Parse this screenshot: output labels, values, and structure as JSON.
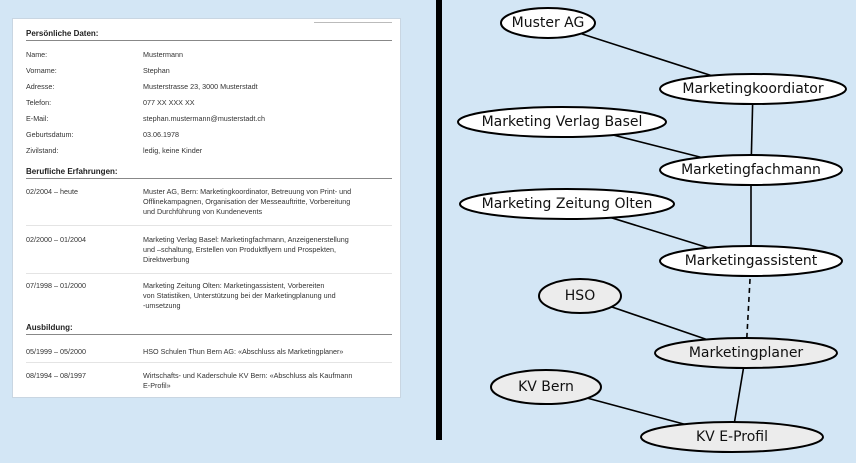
{
  "cv": {
    "personal": {
      "heading": "Persönliche Daten:",
      "rows": [
        {
          "k": "Name:",
          "v": "Mustermann"
        },
        {
          "k": "Vorname:",
          "v": "Stephan"
        },
        {
          "k": "Adresse:",
          "v": "Musterstrasse 23, 3000 Musterstadt"
        },
        {
          "k": "Telefon:",
          "v": "077 XX XXX XX"
        },
        {
          "k": "E-Mail:",
          "v": "stephan.mustermann@musterstadt.ch"
        },
        {
          "k": "Geburtsdatum:",
          "v": "03.06.1978"
        },
        {
          "k": "Zivilstand:",
          "v": "ledig, keine Kinder"
        }
      ]
    },
    "experience": {
      "heading": "Berufliche Erfahrungen:",
      "rows": [
        {
          "k": "02/2004 – heute",
          "v1": "Muster AG, Bern: Marketingkoordinator, Betreuung von Print- und",
          "v2": "Offlinekampagnen, Organisation der Messeauftritte, Vorbereitung",
          "v3": "und Durchführung von Kundenevents"
        },
        {
          "k": "02/2000 – 01/2004",
          "v1": "Marketing Verlag Basel: Marketingfachmann, Anzeigenerstellung",
          "v2": "und –schaltung, Erstellen von Produktflyern und Prospekten,",
          "v3": "Direktwerbung"
        },
        {
          "k": "07/1998 – 01/2000",
          "v1": "Marketing Zeitung Olten: Marketingassistent, Vorbereiten",
          "v2": "von Statistiken, Unterstützung bei der Marketingplanung und",
          "v3": "-umsetzung"
        }
      ]
    },
    "education": {
      "heading": "Ausbildung:",
      "rows": [
        {
          "k": "05/1999 – 05/2000",
          "v1": "HSO Schulen Thun Bern AG: «Abschluss als Marketingplaner»",
          "v2": ""
        },
        {
          "k": "08/1994 – 08/1997",
          "v1": "Wirtschafts- und Kaderschule KV Bern: «Abschluss als Kaufmann",
          "v2": "E-Profil»"
        }
      ]
    }
  },
  "diagram": {
    "nodes": {
      "muster_ag": {
        "label": "Muster AG",
        "fill": "#ffffff"
      },
      "marketingkoordiator": {
        "label": "Marketingkoordiator",
        "fill": "#ffffff"
      },
      "marketing_verlag_basel": {
        "label": "Marketing Verlag Basel",
        "fill": "#ffffff"
      },
      "marketingfachmann": {
        "label": "Marketingfachmann",
        "fill": "#ffffff"
      },
      "marketing_zeitung_olten": {
        "label": "Marketing Zeitung Olten",
        "fill": "#ffffff"
      },
      "marketingassistent": {
        "label": "Marketingassistent",
        "fill": "#ffffff"
      },
      "hso": {
        "label": "HSO",
        "fill": "#ececec"
      },
      "marketingplaner": {
        "label": "Marketingplaner",
        "fill": "#ececec"
      },
      "kv_bern": {
        "label": "KV Bern",
        "fill": "#ececec"
      },
      "kv_e_profil": {
        "label": "KV E-Profil",
        "fill": "#ececec"
      }
    },
    "edges": [
      {
        "from": "muster_ag",
        "to": "marketingkoordiator",
        "style": "solid"
      },
      {
        "from": "marketingkoordiator",
        "to": "marketingfachmann",
        "style": "solid"
      },
      {
        "from": "marketing_verlag_basel",
        "to": "marketingfachmann",
        "style": "solid"
      },
      {
        "from": "marketingfachmann",
        "to": "marketingassistent",
        "style": "solid"
      },
      {
        "from": "marketing_zeitung_olten",
        "to": "marketingassistent",
        "style": "solid"
      },
      {
        "from": "marketingassistent",
        "to": "marketingplaner",
        "style": "dashed"
      },
      {
        "from": "hso",
        "to": "marketingplaner",
        "style": "solid"
      },
      {
        "from": "marketingplaner",
        "to": "kv_e_profil",
        "style": "solid"
      },
      {
        "from": "kv_bern",
        "to": "kv_e_profil",
        "style": "solid"
      }
    ]
  }
}
